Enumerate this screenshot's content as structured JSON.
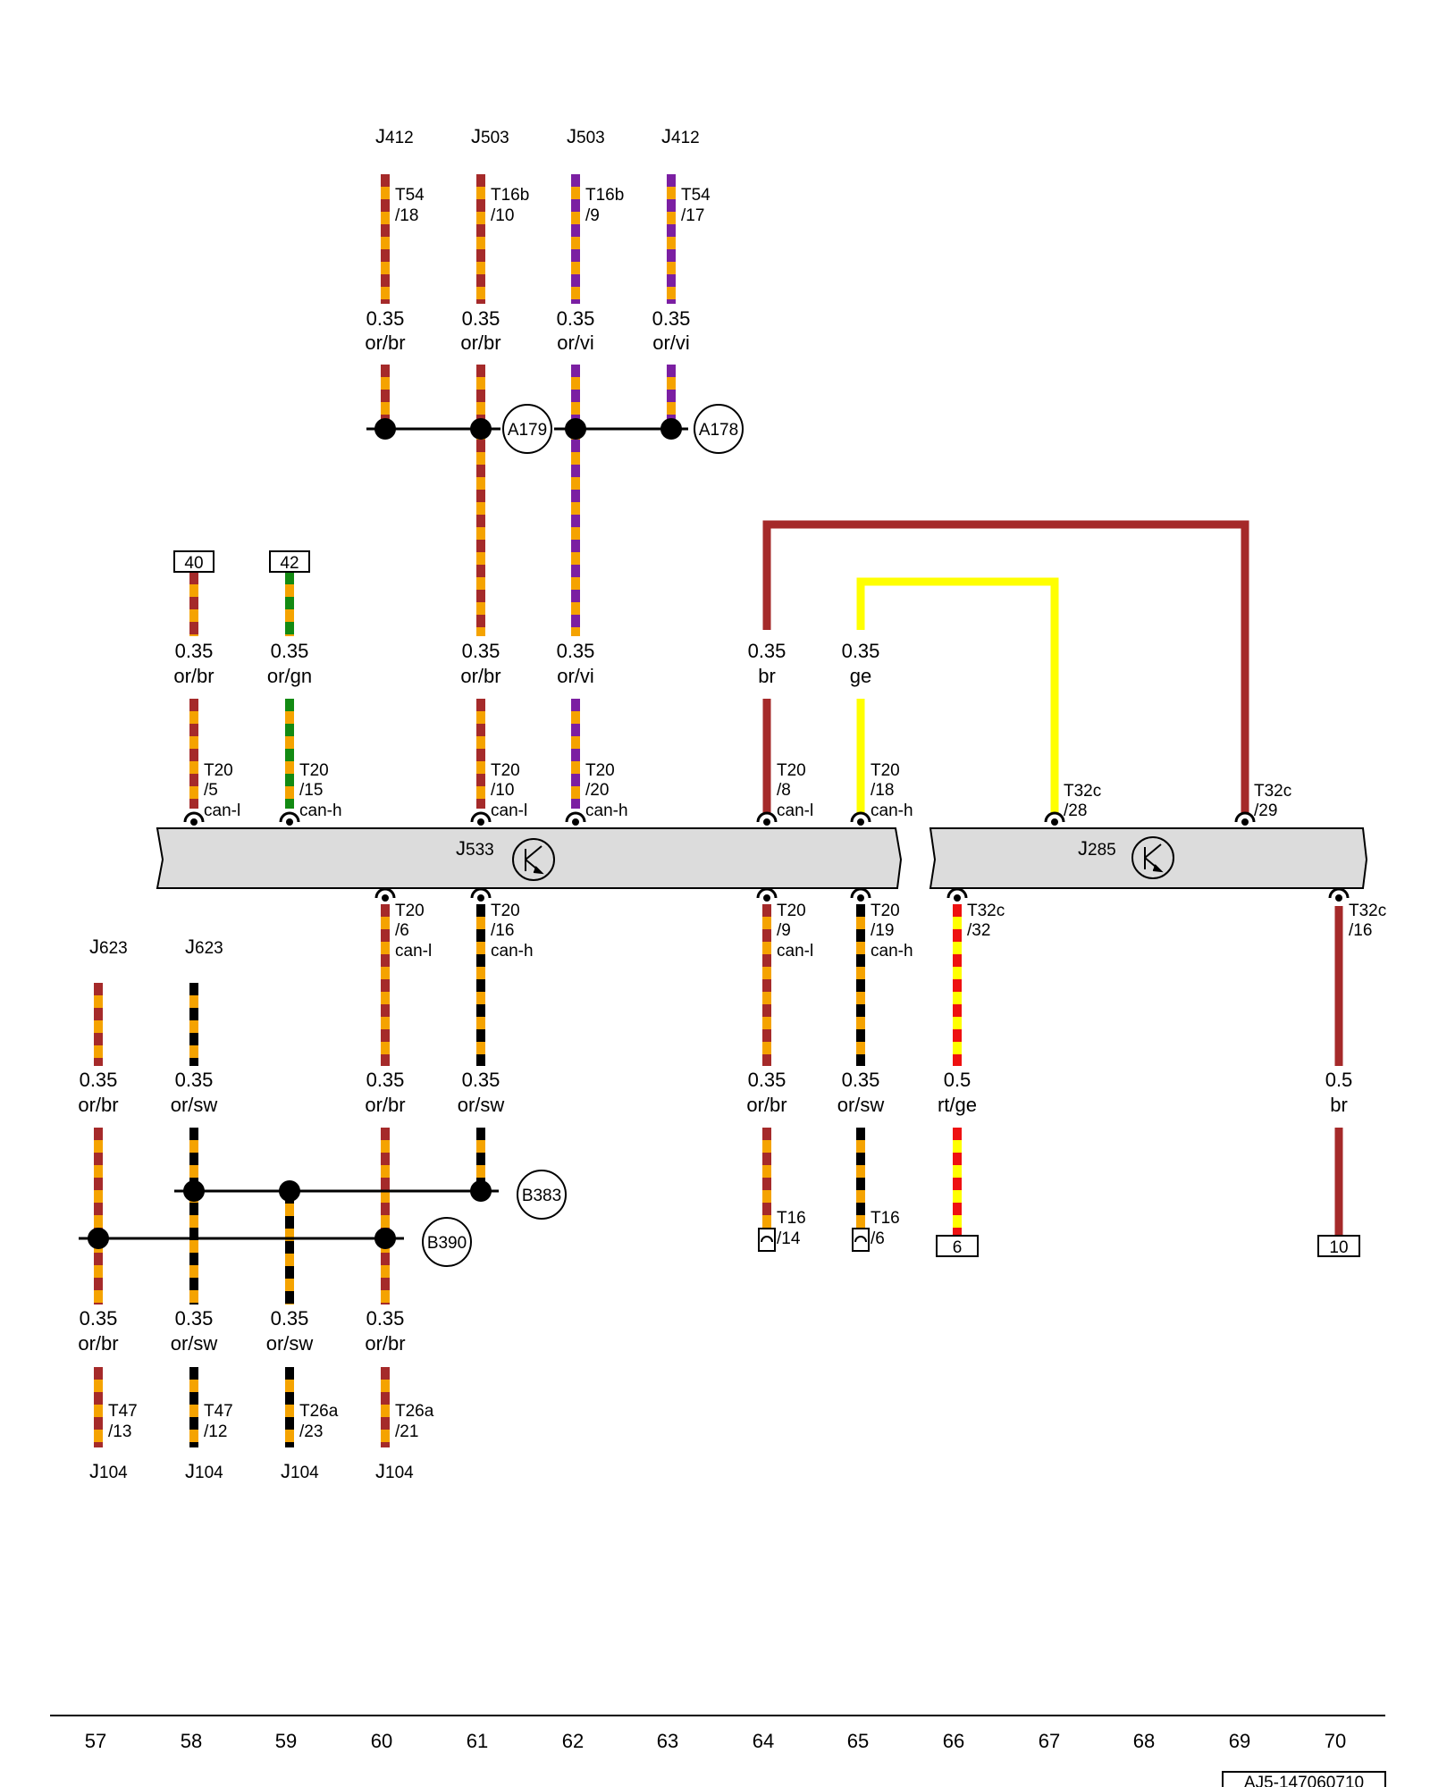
{
  "diagram": {
    "modules": [
      {
        "name": "J533",
        "label_big": "J",
        "label_small": "533"
      },
      {
        "name": "J285",
        "label_big": "J",
        "label_small": "285"
      }
    ],
    "top_components": [
      {
        "big": "J",
        "small": "412"
      },
      {
        "big": "J",
        "small": "503"
      },
      {
        "big": "J",
        "small": "503"
      },
      {
        "big": "J",
        "small": "412"
      }
    ],
    "top_pins": [
      [
        "T54",
        "/18"
      ],
      [
        "T16b",
        "/10"
      ],
      [
        "T16b",
        "/9"
      ],
      [
        "T54",
        "/17"
      ]
    ],
    "top_wires": [
      [
        "0.35",
        "or/br"
      ],
      [
        "0.35",
        "or/br"
      ],
      [
        "0.35",
        "or/vi"
      ],
      [
        "0.35",
        "or/vi"
      ]
    ],
    "splices": [
      "A179",
      "A178",
      "B383",
      "B390"
    ],
    "mid_refs": [
      "40",
      "42"
    ],
    "upper_wires": [
      [
        "0.35",
        "or/br"
      ],
      [
        "0.35",
        "or/gn"
      ],
      [
        "0.35",
        "or/br"
      ],
      [
        "0.35",
        "or/vi"
      ],
      [
        "0.35",
        "br"
      ],
      [
        "0.35",
        "ge"
      ]
    ],
    "j533_top_pins": [
      [
        "T20",
        "/5",
        "can-l"
      ],
      [
        "T20",
        "/15",
        "can-h"
      ],
      [
        "T20",
        "/10",
        "can-l"
      ],
      [
        "T20",
        "/20",
        "can-h"
      ],
      [
        "T20",
        "/8",
        "can-l"
      ],
      [
        "T20",
        "/18",
        "can-h"
      ]
    ],
    "j285_top_pins": [
      [
        "T32c",
        "/28"
      ],
      [
        "T32c",
        "/29"
      ]
    ],
    "j533_bottom_pins": [
      [
        "T20",
        "/6",
        "can-l"
      ],
      [
        "T20",
        "/16",
        "can-h"
      ],
      [
        "T20",
        "/9",
        "can-l"
      ],
      [
        "T20",
        "/19",
        "can-h"
      ]
    ],
    "j285_bottom_pins": [
      [
        "T32c",
        "/32"
      ],
      [
        "T32c",
        "/16"
      ]
    ],
    "left_components": [
      {
        "big": "J",
        "small": "623"
      },
      {
        "big": "J",
        "small": "623"
      }
    ],
    "lower_wires": [
      [
        "0.35",
        "or/br"
      ],
      [
        "0.35",
        "or/sw"
      ],
      [
        "0.35",
        "or/br"
      ],
      [
        "0.35",
        "or/sw"
      ],
      [
        "0.35",
        "or/br"
      ],
      [
        "0.35",
        "or/sw"
      ],
      [
        "0.5",
        "rt/ge"
      ],
      [
        "0.5",
        "br"
      ]
    ],
    "t16_pins": [
      [
        "T16",
        "/14"
      ],
      [
        "T16",
        "/6"
      ]
    ],
    "bottom_refs": [
      "6",
      "10"
    ],
    "bottom_wires": [
      [
        "0.35",
        "or/br"
      ],
      [
        "0.35",
        "or/sw"
      ],
      [
        "0.35",
        "or/sw"
      ],
      [
        "0.35",
        "or/br"
      ]
    ],
    "bottom_pins": [
      [
        "T47",
        "/13"
      ],
      [
        "T47",
        "/12"
      ],
      [
        "T26a",
        "/23"
      ],
      [
        "T26a",
        "/21"
      ]
    ],
    "bottom_components": [
      {
        "big": "J",
        "small": "104"
      },
      {
        "big": "J",
        "small": "104"
      },
      {
        "big": "J",
        "small": "104"
      },
      {
        "big": "J",
        "small": "104"
      }
    ],
    "columns": [
      "57",
      "58",
      "59",
      "60",
      "61",
      "62",
      "63",
      "64",
      "65",
      "66",
      "67",
      "68",
      "69",
      "70"
    ],
    "doc_id": "AJ5-147060710"
  },
  "colors": {
    "orange": "#F5A300",
    "brown": "#A52A2A",
    "violet": "#7B1FA2",
    "green": "#128A12",
    "black": "#000000",
    "yellow": "#FFFF00",
    "red": "#EE1111",
    "module_fill": "#DCDCDC"
  }
}
